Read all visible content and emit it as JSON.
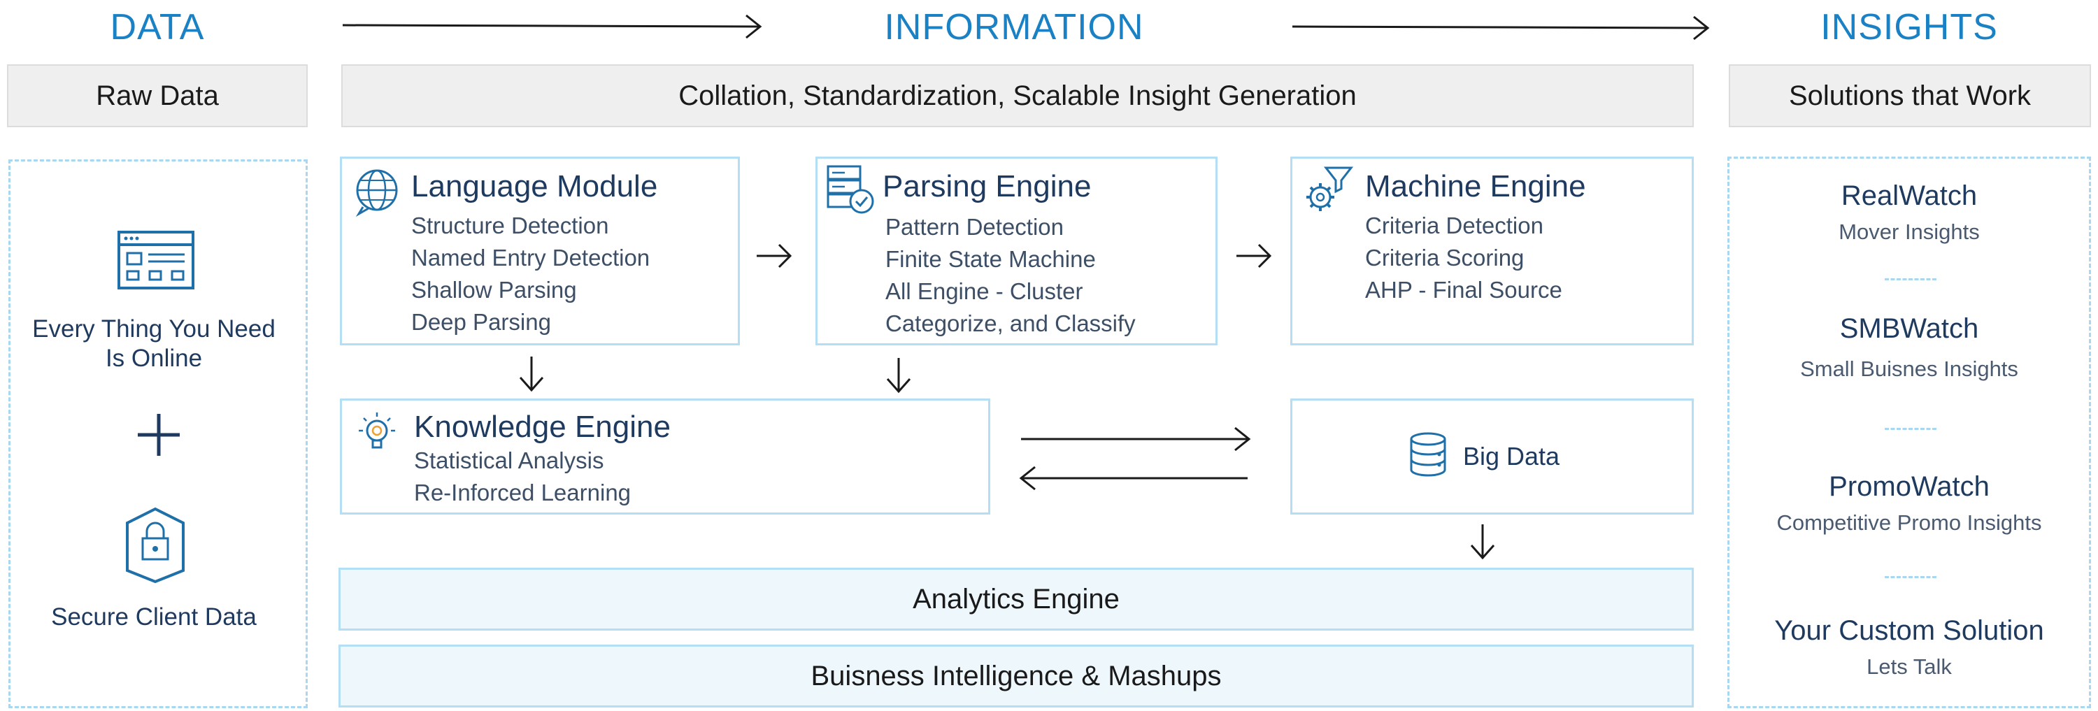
{
  "columns": {
    "data": "DATA",
    "information": "INFORMATION",
    "insights": "INSIGHTS"
  },
  "headers": {
    "raw_data": "Raw Data",
    "collation": "Collation, Standardization, Scalable Insight Generation",
    "solutions": "Solutions that Work"
  },
  "left_panel": {
    "online": "Every Thing You Need\nIs Online",
    "secure": "Secure Client Data"
  },
  "language_module": {
    "title": "Language Module",
    "items": [
      "Structure Detection",
      "Named Entry Detection",
      "Shallow Parsing",
      "Deep Parsing"
    ]
  },
  "parsing_engine": {
    "title": "Parsing Engine",
    "items": [
      "Pattern Detection",
      "Finite State Machine",
      "All Engine - Cluster",
      "Categorize, and Classify"
    ]
  },
  "machine_engine": {
    "title": "Machine Engine",
    "items": [
      "Criteria Detection",
      "Criteria Scoring",
      "AHP - Final Source"
    ]
  },
  "knowledge_engine": {
    "title": "Knowledge Engine",
    "items": [
      "Statistical Analysis",
      "Re-Inforced Learning"
    ]
  },
  "big_data": {
    "title": "Big Data"
  },
  "bars": {
    "analytics": "Analytics Engine",
    "bi": "Buisness Intelligence & Mashups"
  },
  "solutions": [
    {
      "name": "RealWatch",
      "sub": "Mover Insights"
    },
    {
      "name": "SMBWatch",
      "sub": "Small Buisnes Insights"
    },
    {
      "name": "PromoWatch",
      "sub": "Competitive Promo Insights"
    },
    {
      "name": "Your Custom Solution",
      "sub": "Lets Talk"
    }
  ],
  "colors": {
    "accent_blue": "#1a82c4",
    "navy_text": "#1f3a5f",
    "light_border": "#b4def4",
    "header_gray": "#efefef"
  },
  "icons": [
    "browser-window-icon",
    "plus-icon",
    "shield-lock-icon",
    "globe-chat-icon",
    "server-check-icon",
    "gear-funnel-icon",
    "lightbulb-icon",
    "database-icon"
  ]
}
